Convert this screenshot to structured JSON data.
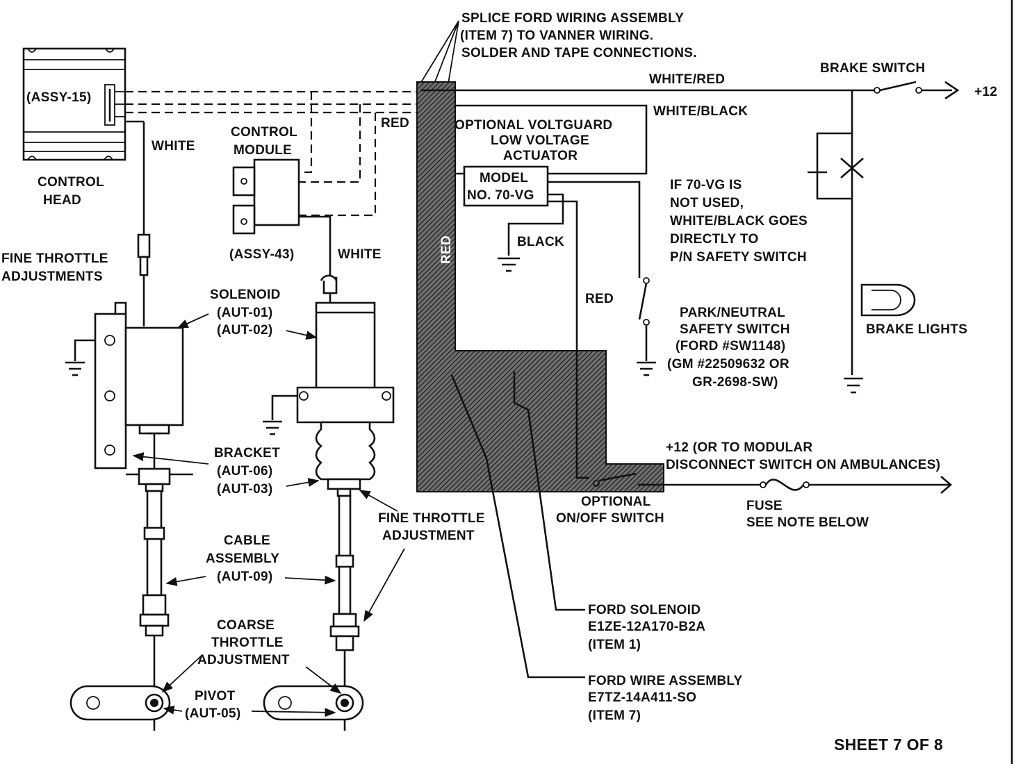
{
  "labels": {
    "splice_note": [
      "SPLICE FORD WIRING ASSEMBLY",
      "(ITEM 7) TO VANNER WIRING.",
      "SOLDER AND TAPE CONNECTIONS."
    ],
    "white_red": "WHITE/RED",
    "white_black": "WHITE/BLACK",
    "brake_switch": "BRAKE SWITCH",
    "plus12_top": "+12",
    "assy15": "(ASSY-15)",
    "white_1": "WHITE",
    "control_head": [
      "CONTROL",
      "HEAD"
    ],
    "control_module": [
      "CONTROL",
      "MODULE"
    ],
    "red_1": "RED",
    "voltguard": [
      "OPTIONAL  VOLTGUARD",
      "LOW VOLTAGE",
      "ACTUATOR"
    ],
    "model": [
      "MODEL",
      "NO. 70-VG"
    ],
    "black": "BLACK",
    "if_70vg": [
      "IF 70-VG IS",
      "NOT USED,",
      "WHITE/BLACK GOES",
      "DIRECTLY TO",
      "P/N SAFETY SWITCH"
    ],
    "red_vertical": "RED",
    "red_2": "RED",
    "assy43": "(ASSY-43)",
    "white_2": "WHITE",
    "fine_throttle_adjustments": [
      "FINE THROTTLE",
      "ADJUSTMENTS"
    ],
    "solenoid": [
      "SOLENOID",
      "(AUT-01)",
      "(AUT-02)"
    ],
    "park_neutral": [
      "PARK/NEUTRAL",
      "SAFETY SWITCH",
      "(FORD #SW1148)",
      "(GM #22509632 OR",
      "GR-2698-SW)"
    ],
    "brake_lights": "BRAKE LIGHTS",
    "bracket": [
      "BRACKET",
      "(AUT-06)",
      "(AUT-03)"
    ],
    "plus12_modular": [
      "+12 (OR TO MODULAR",
      "DISCONNECT SWITCH ON AMBULANCES)"
    ],
    "optional_onoff": [
      "OPTIONAL",
      "ON/OFF SWITCH"
    ],
    "fuse": [
      "FUSE",
      "SEE NOTE BELOW"
    ],
    "fine_throttle_adjustment": [
      "FINE THROTTLE",
      "ADJUSTMENT"
    ],
    "cable_assembly": [
      "CABLE",
      "ASSEMBLY",
      "(AUT-09)"
    ],
    "ford_solenoid": [
      "FORD SOLENOID",
      "E1ZE-12A170-B2A",
      "(ITEM 1)"
    ],
    "coarse_throttle": [
      "COARSE",
      "THROTTLE",
      "ADJUSTMENT"
    ],
    "ford_wire_assembly": [
      "FORD WIRE ASSEMBLY",
      "E7TZ-14A411-SO",
      "(ITEM 7)"
    ],
    "pivot": [
      "PIVOT",
      "(AUT-05)"
    ],
    "sheet": "SHEET 7 OF 8"
  }
}
